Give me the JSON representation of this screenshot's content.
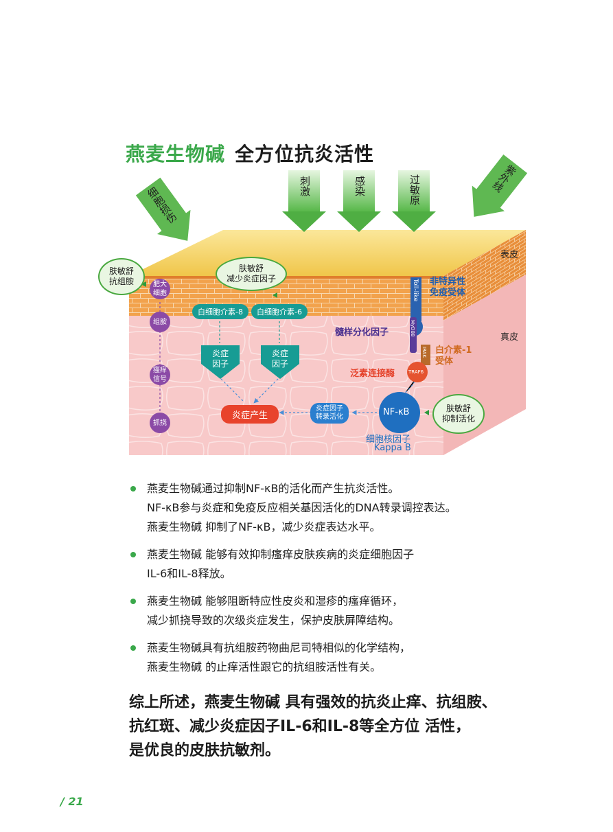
{
  "title": {
    "highlight": "燕麦生物碱",
    "rest": "全方位抗炎活性"
  },
  "stimuli": {
    "cell_damage": "细胞损伤",
    "irritation": "刺激",
    "infection": "感染",
    "allergen": "过敏原",
    "uv": "紫外线"
  },
  "diagram": {
    "epidermis": "表皮",
    "dermis": "真皮",
    "antihistamine_bubble": "肤敏舒\n抗组胺",
    "reduce_bubble": "肤敏舒\n减少炎症因子",
    "inhibit_bubble": "肤敏舒\n抑制活化",
    "mast_cell": "肥大\n细胞",
    "histamine": "组胺",
    "itch_signal": "瘙痒\n信号",
    "scratch": "抓挠",
    "il8": "白细胞介素-8",
    "il6": "白细胞介素-6",
    "inflam_factor_1": "炎症\n因子",
    "inflam_factor_2": "炎症\n因子",
    "inflammation": "炎症产生",
    "transcription": "炎症因子\n转录活化",
    "nfkb": "NF-κB",
    "toll_like": "Toll-like",
    "myd88": "MyD88",
    "irak": "IRAK",
    "traf6": "TRAF6",
    "nonspecific_receptor": "非特异性\n免疫受体",
    "myeloid_factor": "髓样分化因子",
    "il1_receptor": "白介素-1\n受体",
    "ubiquitin_enzyme": "泛素连接酶",
    "nuclear_factor": "细胞核因子",
    "kappa_b": "Kappa B"
  },
  "bullets": [
    [
      "燕麦生物碱通过抑制NF-κB的活化而产生抗炎活性。",
      "NF-κB参与炎症和免疫反应相关基因活化的DNA转录调控表达。",
      "燕麦生物碱 抑制了NF-κB，减少炎症表达水平。"
    ],
    [
      "燕麦生物碱 能够有效抑制瘙痒皮肤疾病的炎症细胞因子",
      "IL-6和IL-8释放。"
    ],
    [
      "燕麦生物碱 能够阻断特应性皮炎和湿疹的瘙痒循环，",
      "减少抓挠导致的次级炎症发生，保护皮肤屏障结构。"
    ],
    [
      "燕麦生物碱具有抗组胺药物曲尼司特相似的化学结构，",
      "燕麦生物碱 的止痒活性跟它的抗组胺活性有关。"
    ]
  ],
  "summary": [
    "综上所述，燕麦生物碱 具有强效的抗炎止痒、抗组胺、",
    "抗红斑、减少炎症因子IL-6和IL-8等全方位 活性，",
    "是优良的皮肤抗敏剂。"
  ],
  "page_number": "/ 21"
}
